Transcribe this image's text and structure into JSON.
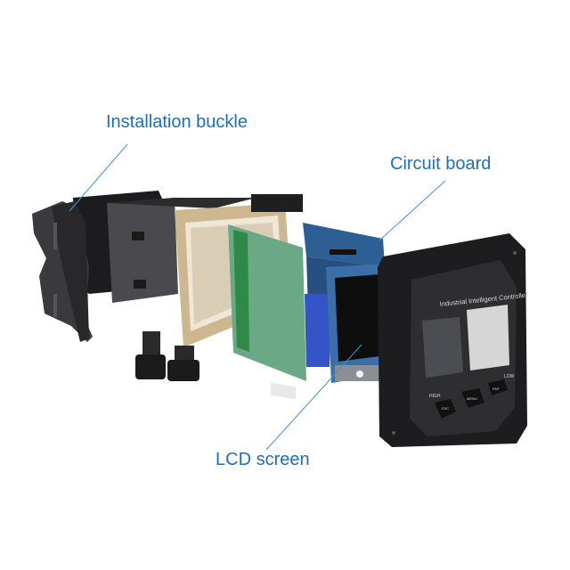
{
  "callouts": {
    "installation_buckle": "Installation buckle",
    "circuit_board": "Circuit board",
    "lcd_screen": "LCD screen"
  },
  "device": {
    "panel_title": "Industrial Intelligent Controller",
    "label_high": "HIGH",
    "label_low": "LOW",
    "buttons": [
      "ESC",
      "MENU",
      "ENT"
    ]
  },
  "colors": {
    "callout_text": "#1f6fb8",
    "callout_line": "#4a8fd0",
    "housing": "#2b2b2d",
    "frame": "#c9b48e",
    "pcb_green": "#5fa07a",
    "pcb_blue": "#2a5f9e"
  }
}
